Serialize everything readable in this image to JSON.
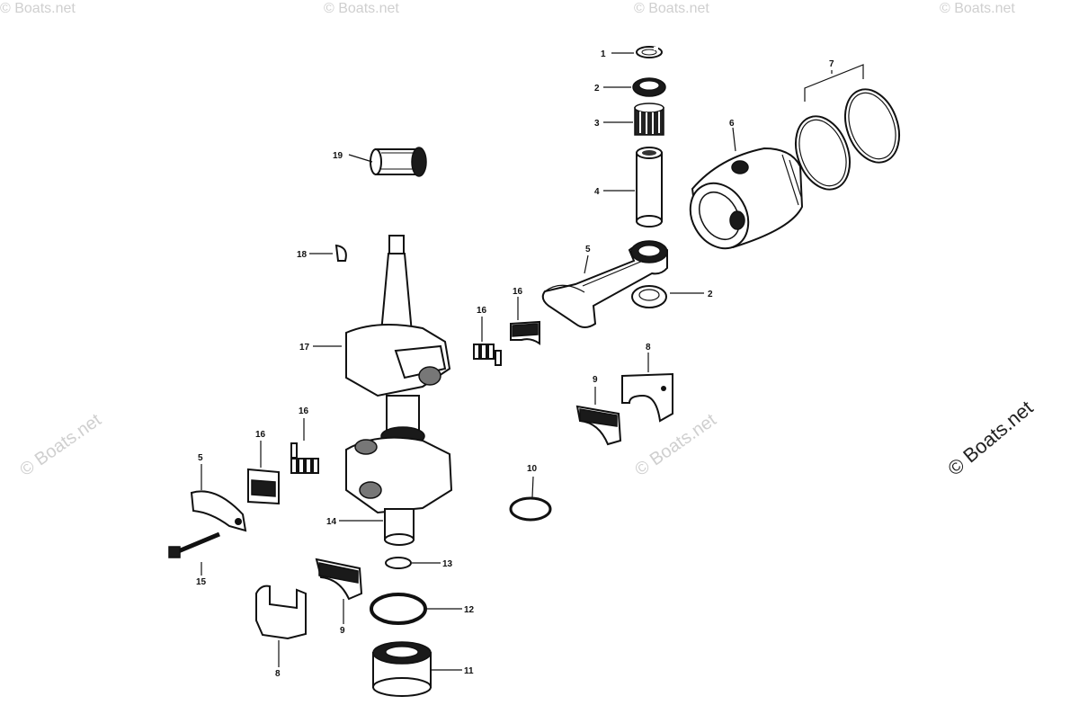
{
  "watermark": {
    "text": "© Boats.net",
    "color": "#cfcfcf",
    "main_color": "#222222"
  },
  "callouts": [
    {
      "id": "c1a",
      "label": "1"
    },
    {
      "id": "c2a",
      "label": "2"
    },
    {
      "id": "c3",
      "label": "3"
    },
    {
      "id": "c4",
      "label": "4"
    },
    {
      "id": "c5a",
      "label": "5"
    },
    {
      "id": "c2b",
      "label": "2"
    },
    {
      "id": "c6",
      "label": "6"
    },
    {
      "id": "c7",
      "label": "7"
    },
    {
      "id": "c19",
      "label": "19"
    },
    {
      "id": "c18",
      "label": "18"
    },
    {
      "id": "c17",
      "label": "17"
    },
    {
      "id": "c16a",
      "label": "16"
    },
    {
      "id": "c16b",
      "label": "16"
    },
    {
      "id": "c16c",
      "label": "16"
    },
    {
      "id": "c16d",
      "label": "16"
    },
    {
      "id": "c9a",
      "label": "9"
    },
    {
      "id": "c8a",
      "label": "8"
    },
    {
      "id": "c5b",
      "label": "5"
    },
    {
      "id": "c10",
      "label": "10"
    },
    {
      "id": "c14",
      "label": "14"
    },
    {
      "id": "c15",
      "label": "15"
    },
    {
      "id": "c13",
      "label": "13"
    },
    {
      "id": "c12",
      "label": "12"
    },
    {
      "id": "c9b",
      "label": "9"
    },
    {
      "id": "c8b",
      "label": "8"
    },
    {
      "id": "c11",
      "label": "11"
    }
  ]
}
